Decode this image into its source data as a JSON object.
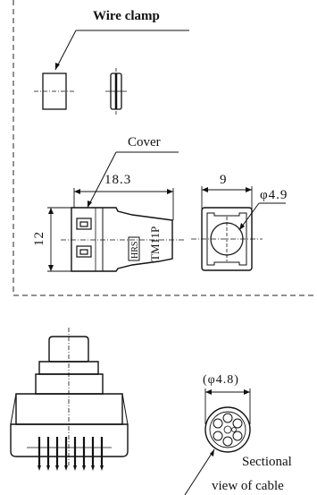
{
  "labels": {
    "wire_clamp": "Wire clamp",
    "cover": "Cover",
    "dim_length": "18.3",
    "dim_height": "12",
    "dim_width": "9",
    "dim_hole": "φ4.9",
    "dim_cable": "(φ4.8)",
    "model": "TM11P",
    "stamp": "HRS",
    "sectional_line1": "Sectional",
    "sectional_line2": "view of cable"
  }
}
